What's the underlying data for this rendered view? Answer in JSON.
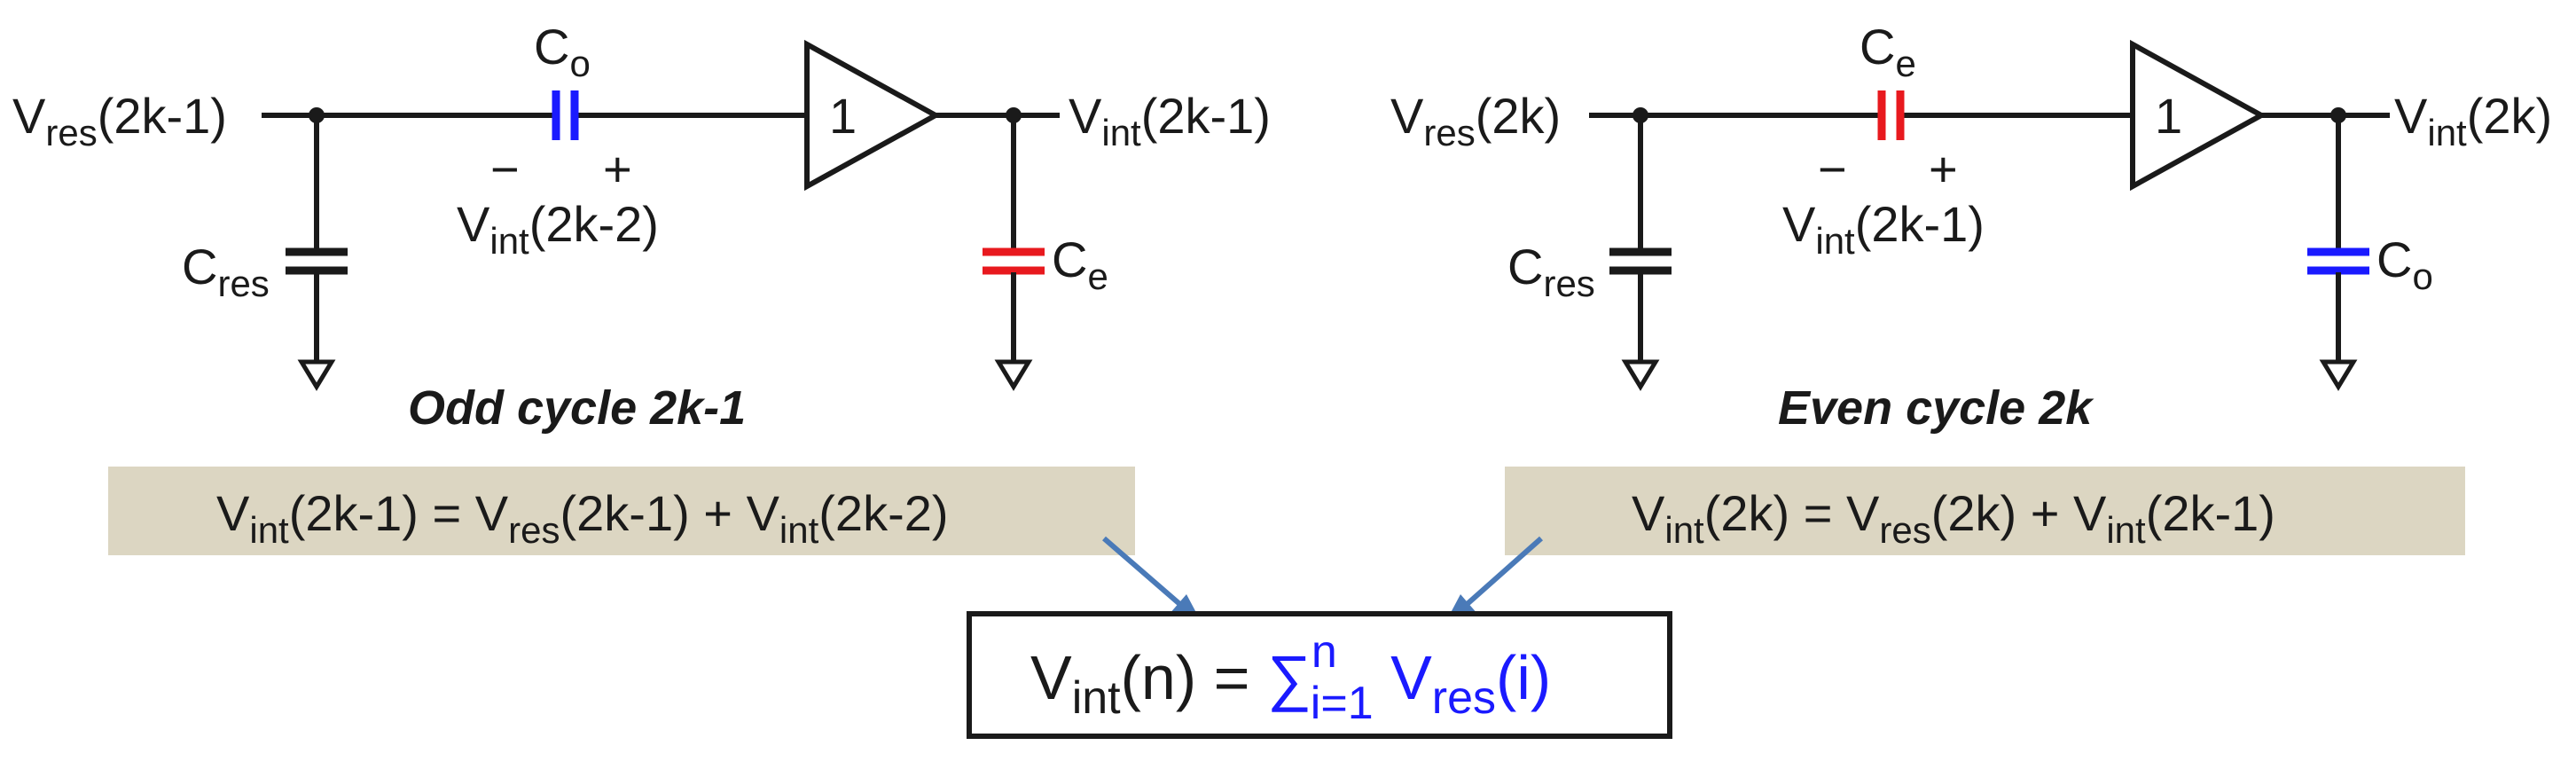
{
  "colors": {
    "odd_cap": "#1a1aff",
    "even_cap": "#e8191e",
    "equation_box": "#dcd6c2",
    "arrow": "#4a7ab8",
    "sum_text": "#1a1aff"
  },
  "odd": {
    "input": {
      "main": "V",
      "sub": "res",
      "arg": "(2k-1)"
    },
    "series_cap": {
      "main": "C",
      "sub": "o"
    },
    "minus": "−",
    "plus": "+",
    "stored": {
      "main": "V",
      "sub": "int",
      "arg": "(2k-2)"
    },
    "amp_gain": "1",
    "output": {
      "main": "V",
      "sub": "int",
      "arg": "(2k-1)"
    },
    "res_cap": {
      "main": "C",
      "sub": "res"
    },
    "out_cap": {
      "main": "C",
      "sub": "e"
    },
    "caption": "Odd cycle 2k-1",
    "equation": {
      "l_main": "V",
      "l_sub": "int",
      "l_arg": "(2k-1) = ",
      "a_main": "V",
      "a_sub": "res",
      "a_arg": "(2k-1) + ",
      "b_main": "V",
      "b_sub": "int",
      "b_arg": "(2k-2)"
    }
  },
  "even": {
    "input": {
      "main": "V",
      "sub": "res",
      "arg": "(2k)"
    },
    "series_cap": {
      "main": "C",
      "sub": "e"
    },
    "minus": "−",
    "plus": "+",
    "stored": {
      "main": "V",
      "sub": "int",
      "arg": "(2k-1)"
    },
    "amp_gain": "1",
    "output": {
      "main": "V",
      "sub": "int",
      "arg": "(2k)"
    },
    "res_cap": {
      "main": "C",
      "sub": "res"
    },
    "out_cap": {
      "main": "C",
      "sub": "o"
    },
    "caption": "Even cycle 2k",
    "equation": {
      "l_main": "V",
      "l_sub": "int",
      "l_arg": "(2k) = ",
      "a_main": "V",
      "a_sub": "res",
      "a_arg": "(2k) + ",
      "b_main": "V",
      "b_sub": "int",
      "b_arg": "(2k-1)"
    }
  },
  "result": {
    "l_main": "V",
    "l_sub": "int",
    "l_arg": "(n) = ",
    "sigma": "∑",
    "upper": "n",
    "lower": "i=1",
    "r_main": " V",
    "r_sub": "res",
    "r_arg": "(i)"
  }
}
